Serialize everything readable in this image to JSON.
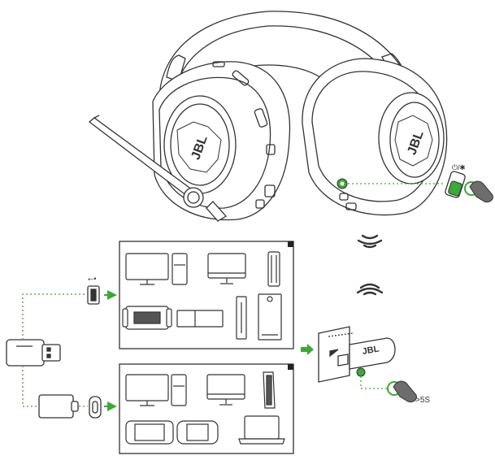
{
  "colors": {
    "line": "#333333",
    "accent_green": "#3aa935",
    "fill_white": "#ffffff",
    "panel_corner": "#222222"
  },
  "labels": {
    "hold_time": ">5S",
    "power_bt_symbol": "⏻/✱",
    "usb_symbol": "⭠•"
  },
  "icons": {
    "headset": "headset-illustration",
    "pairing_button": "pair-button-icon",
    "wireless_waves": "wireless-waves-icon",
    "usb_a_port": "usb-a-port-icon",
    "usb_c_port": "usb-c-port-icon",
    "dongle": "usb-dongle-icon",
    "usb_c_adapter": "usb-c-adapter-icon",
    "finger_press": "finger-press-icon",
    "green_arrow": "green-arrow-icon"
  },
  "devices": {
    "usb_a_panel": [
      "pc-monitor",
      "pc-tower",
      "imac",
      "mac-pro",
      "switch-dock",
      "xbox-one",
      "ps4-vertical",
      "xbox-series-x"
    ],
    "usb_c_panel": [
      "pc-monitor",
      "pc-tower",
      "imac",
      "ps5",
      "switch",
      "steam-deck",
      "laptop"
    ]
  }
}
